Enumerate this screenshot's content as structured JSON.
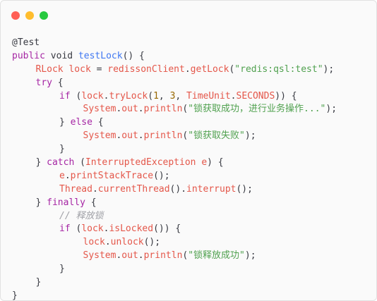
{
  "window": {
    "controls": [
      {
        "name": "close",
        "color": "#ff5f56"
      },
      {
        "name": "minimize",
        "color": "#ffbd2e"
      },
      {
        "name": "maximize",
        "color": "#27c93f"
      }
    ]
  },
  "colors": {
    "keyword": "#a626a4",
    "function": "#4078f2",
    "type": "#e45649",
    "string": "#50a14f",
    "number": "#986801",
    "comment": "#a0a1a7",
    "plain": "#383a42"
  },
  "code": {
    "lines": [
      {
        "indent": 0,
        "tokens": [
          {
            "t": "@Test",
            "k": "plain"
          }
        ]
      },
      {
        "indent": 0,
        "tokens": [
          {
            "t": "public",
            "k": "keyword"
          },
          {
            "t": " void ",
            "k": "plain"
          },
          {
            "t": "testLock",
            "k": "function"
          },
          {
            "t": "() {",
            "k": "plain"
          }
        ]
      },
      {
        "indent": 1,
        "tokens": [
          {
            "t": "RLock",
            "k": "type"
          },
          {
            "t": " lock ",
            "k": "type"
          },
          {
            "t": "=",
            "k": "plain"
          },
          {
            "t": " redissonClient",
            "k": "type"
          },
          {
            "t": ".",
            "k": "plain"
          },
          {
            "t": "getLock",
            "k": "type"
          },
          {
            "t": "(",
            "k": "plain"
          },
          {
            "t": "\"redis:qsl:test\"",
            "k": "string"
          },
          {
            "t": ");",
            "k": "plain"
          }
        ]
      },
      {
        "indent": 1,
        "tokens": [
          {
            "t": "try",
            "k": "keyword"
          },
          {
            "t": " {",
            "k": "plain"
          }
        ]
      },
      {
        "indent": 2,
        "tokens": [
          {
            "t": "if",
            "k": "keyword"
          },
          {
            "t": " (",
            "k": "plain"
          },
          {
            "t": "lock",
            "k": "type"
          },
          {
            "t": ".",
            "k": "plain"
          },
          {
            "t": "tryLock",
            "k": "type"
          },
          {
            "t": "(",
            "k": "plain"
          },
          {
            "t": "1",
            "k": "number"
          },
          {
            "t": ", ",
            "k": "plain"
          },
          {
            "t": "3",
            "k": "number"
          },
          {
            "t": ", ",
            "k": "plain"
          },
          {
            "t": "TimeUnit",
            "k": "type"
          },
          {
            "t": ".",
            "k": "plain"
          },
          {
            "t": "SECONDS",
            "k": "type"
          },
          {
            "t": ")) {",
            "k": "plain"
          }
        ]
      },
      {
        "indent": 3,
        "tokens": [
          {
            "t": "System",
            "k": "type"
          },
          {
            "t": ".",
            "k": "plain"
          },
          {
            "t": "out",
            "k": "type"
          },
          {
            "t": ".",
            "k": "plain"
          },
          {
            "t": "println",
            "k": "type"
          },
          {
            "t": "(",
            "k": "plain"
          },
          {
            "t": "\"锁获取成功，进行业务操作...\"",
            "k": "string"
          },
          {
            "t": ");",
            "k": "plain"
          }
        ]
      },
      {
        "indent": 2,
        "tokens": [
          {
            "t": "} ",
            "k": "plain"
          },
          {
            "t": "else",
            "k": "keyword"
          },
          {
            "t": " {",
            "k": "plain"
          }
        ]
      },
      {
        "indent": 3,
        "tokens": [
          {
            "t": "System",
            "k": "type"
          },
          {
            "t": ".",
            "k": "plain"
          },
          {
            "t": "out",
            "k": "type"
          },
          {
            "t": ".",
            "k": "plain"
          },
          {
            "t": "println",
            "k": "type"
          },
          {
            "t": "(",
            "k": "plain"
          },
          {
            "t": "\"锁获取失败\"",
            "k": "string"
          },
          {
            "t": ");",
            "k": "plain"
          }
        ]
      },
      {
        "indent": 2,
        "tokens": [
          {
            "t": "}",
            "k": "plain"
          }
        ]
      },
      {
        "indent": 1,
        "tokens": [
          {
            "t": "} ",
            "k": "plain"
          },
          {
            "t": "catch",
            "k": "keyword"
          },
          {
            "t": " (",
            "k": "plain"
          },
          {
            "t": "InterruptedException",
            "k": "type"
          },
          {
            "t": " e",
            "k": "type"
          },
          {
            "t": ") {",
            "k": "plain"
          }
        ]
      },
      {
        "indent": 2,
        "tokens": [
          {
            "t": "e",
            "k": "type"
          },
          {
            "t": ".",
            "k": "plain"
          },
          {
            "t": "printStackTrace",
            "k": "type"
          },
          {
            "t": "();",
            "k": "plain"
          }
        ]
      },
      {
        "indent": 2,
        "tokens": [
          {
            "t": "Thread",
            "k": "type"
          },
          {
            "t": ".",
            "k": "plain"
          },
          {
            "t": "currentThread",
            "k": "type"
          },
          {
            "t": "().",
            "k": "plain"
          },
          {
            "t": "interrupt",
            "k": "type"
          },
          {
            "t": "();",
            "k": "plain"
          }
        ]
      },
      {
        "indent": 1,
        "tokens": [
          {
            "t": "} ",
            "k": "plain"
          },
          {
            "t": "finally",
            "k": "keyword"
          },
          {
            "t": " {",
            "k": "plain"
          }
        ]
      },
      {
        "indent": 2,
        "tokens": [
          {
            "t": "// 释放锁",
            "k": "comment"
          }
        ]
      },
      {
        "indent": 2,
        "tokens": [
          {
            "t": "if",
            "k": "keyword"
          },
          {
            "t": " (",
            "k": "plain"
          },
          {
            "t": "lock",
            "k": "type"
          },
          {
            "t": ".",
            "k": "plain"
          },
          {
            "t": "isLocked",
            "k": "type"
          },
          {
            "t": "()) {",
            "k": "plain"
          }
        ]
      },
      {
        "indent": 3,
        "tokens": [
          {
            "t": "lock",
            "k": "type"
          },
          {
            "t": ".",
            "k": "plain"
          },
          {
            "t": "unlock",
            "k": "type"
          },
          {
            "t": "();",
            "k": "plain"
          }
        ]
      },
      {
        "indent": 3,
        "tokens": [
          {
            "t": "System",
            "k": "type"
          },
          {
            "t": ".",
            "k": "plain"
          },
          {
            "t": "out",
            "k": "type"
          },
          {
            "t": ".",
            "k": "plain"
          },
          {
            "t": "println",
            "k": "type"
          },
          {
            "t": "(",
            "k": "plain"
          },
          {
            "t": "\"锁释放成功\"",
            "k": "string"
          },
          {
            "t": ");",
            "k": "plain"
          }
        ]
      },
      {
        "indent": 2,
        "tokens": [
          {
            "t": "}",
            "k": "plain"
          }
        ]
      },
      {
        "indent": 1,
        "tokens": [
          {
            "t": "}",
            "k": "plain"
          }
        ]
      },
      {
        "indent": 0,
        "tokens": [
          {
            "t": "}",
            "k": "plain"
          }
        ]
      }
    ]
  }
}
